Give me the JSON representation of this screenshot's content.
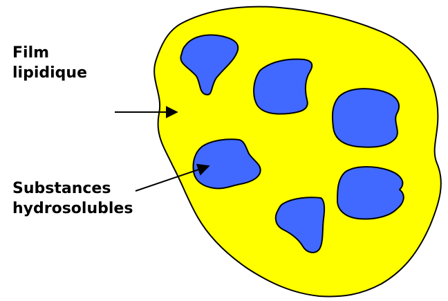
{
  "labels": {
    "film_line1": "Film",
    "film_line2": "lipidique",
    "substances_line1": "Substances",
    "substances_line2": "hydrosolubles"
  },
  "colors": {
    "film": "#ffff00",
    "droplet": "#4169ff",
    "outline": "#000000",
    "background": "#ffffff"
  },
  "droplet_count": 6
}
